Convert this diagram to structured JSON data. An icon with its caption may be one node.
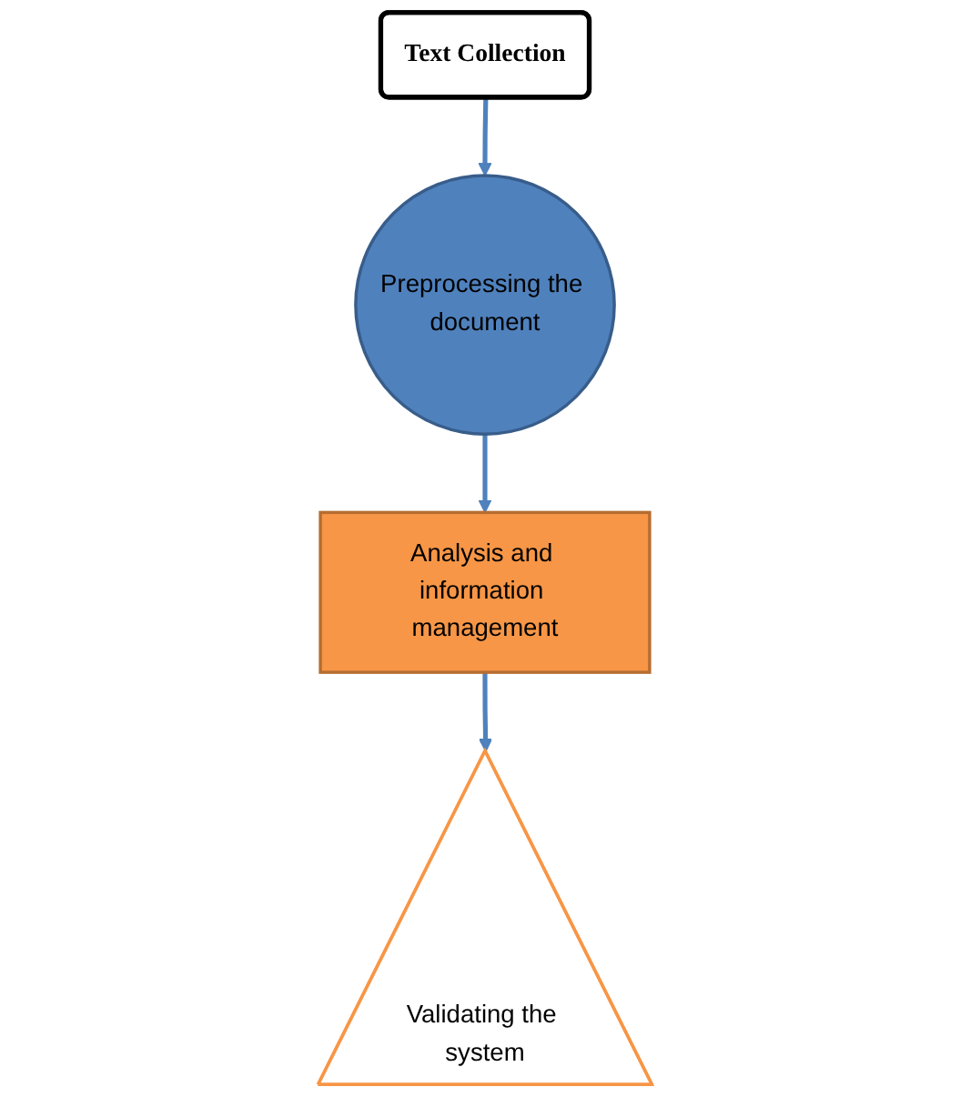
{
  "diagram": {
    "nodes": [
      {
        "text": [
          "Text Collection"
        ]
      },
      {
        "text": [
          "Preprocessing the document"
        ]
      },
      {
        "text": [
          "Analysis and information management"
        ]
      },
      {
        "text": [
          "Validating the system"
        ]
      }
    ],
    "edges": [
      {
        "from": 0,
        "to": 1,
        "arrow": "to"
      },
      {
        "from": 1,
        "to": 2,
        "arrow": "to"
      },
      {
        "from": 2,
        "to": 3,
        "arrow": "to"
      }
    ]
  }
}
